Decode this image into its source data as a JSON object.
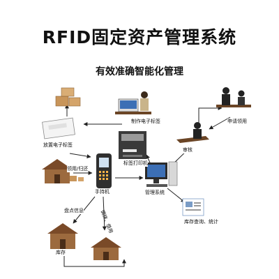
{
  "header": {
    "title": "RFID固定资产管理系统",
    "subtitle": "有效准确智能化管理"
  },
  "nodes": {
    "make_tag": "制作电子标签",
    "apply_use": "申请领用",
    "attach_tag": "放置电子标签",
    "review": "审核",
    "tag_printer": "标签打印机",
    "borrow_return": "领用/归还",
    "handheld": "手持机",
    "management_system": "管理系统",
    "inventory_info": "盘点信息",
    "transfer": "调拨、借用",
    "stock_query": "库存查询、统计",
    "warehouse": "库存"
  },
  "colors": {
    "line": "#222222",
    "box": "#c8955a",
    "house_roof": "#7a4a28",
    "house_wall": "#9c6a3e",
    "device": "#3a3a3a",
    "screen": "#3c6fb5",
    "desk": "#6b4526"
  }
}
